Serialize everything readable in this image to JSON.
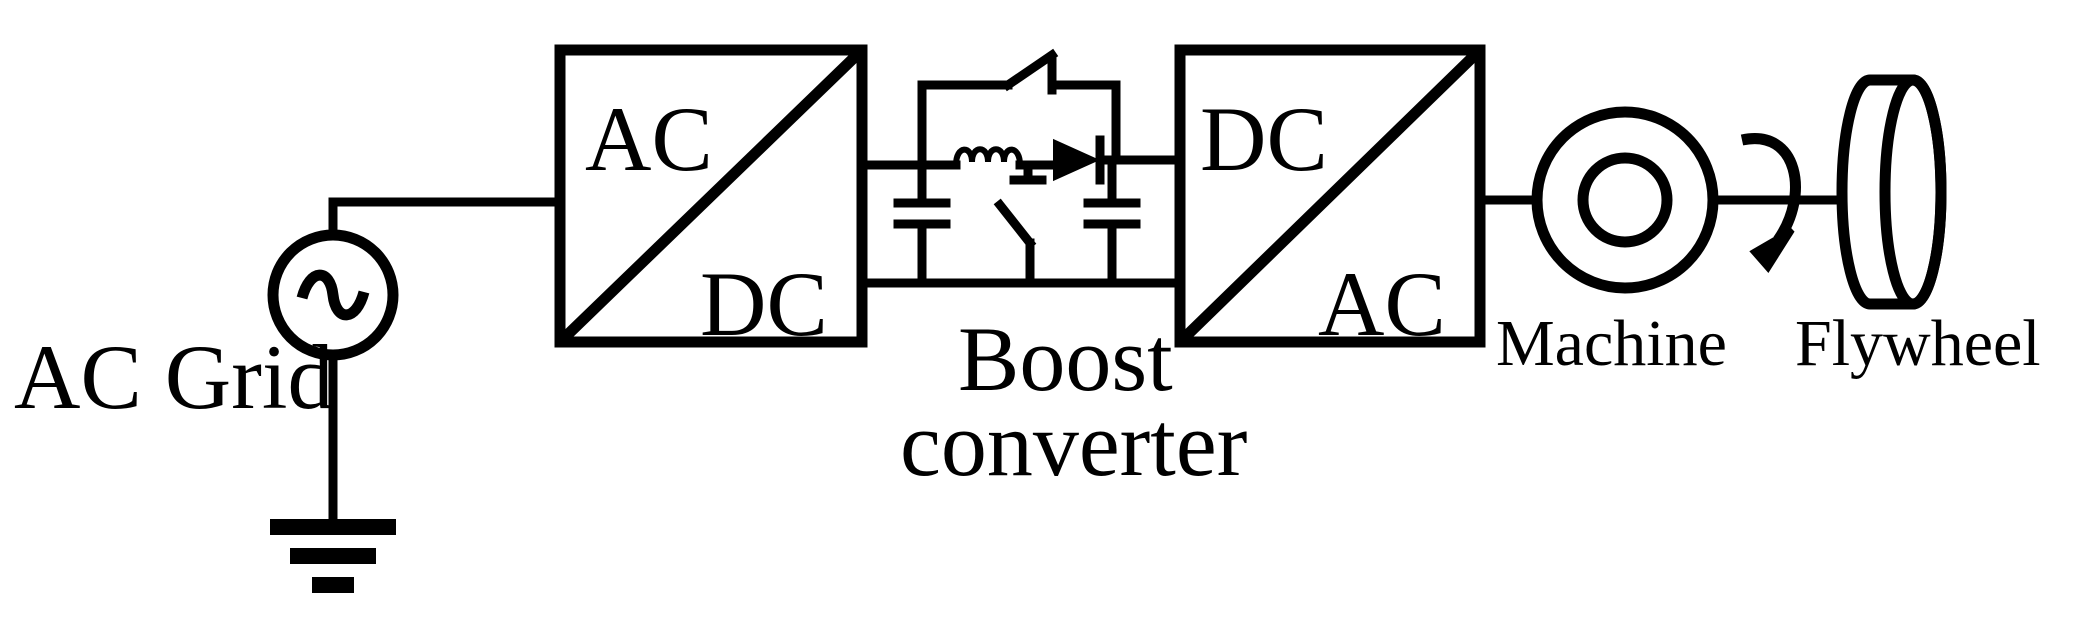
{
  "labels": {
    "grid": "AC Grid",
    "rectifier_in": "AC",
    "rectifier_out": "DC",
    "boost_line1": "Boost",
    "boost_line2": "converter",
    "inverter_in": "DC",
    "inverter_out": "AC",
    "machine": "Machine",
    "flywheel": "Flywheel"
  },
  "icons": {
    "ac_source": "ac-source-icon",
    "ground": "ground-icon",
    "machine": "machine-icon",
    "rotation": "rotation-arrow-icon",
    "flywheel": "flywheel-icon"
  }
}
